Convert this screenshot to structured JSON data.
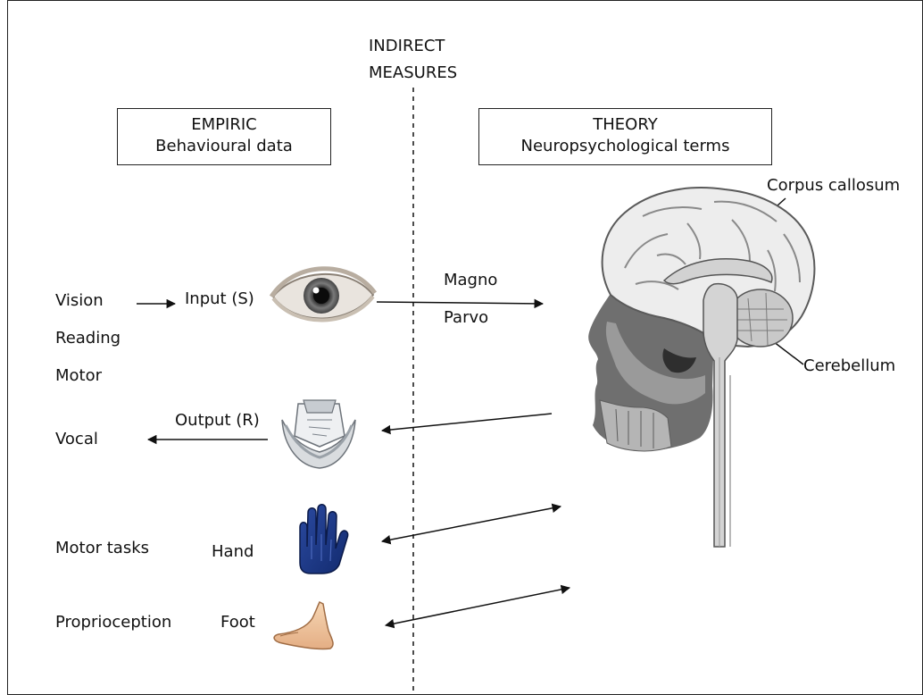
{
  "header": {
    "indirect_line1": "INDIRECT",
    "indirect_line2": "MEASURES"
  },
  "empiric_box": {
    "line1": "EMPIRIC",
    "line2": "Behavioural data"
  },
  "theory_box": {
    "line1": "THEORY",
    "line2": "Neuropsychological terms"
  },
  "left_labels": {
    "vision": "Vision",
    "reading": "Reading",
    "motor": "Motor",
    "vocal": "Vocal",
    "motor_tasks": "Motor tasks",
    "proprioception": "Proprioception"
  },
  "mid_labels": {
    "input": "Input (S)",
    "output": "Output (R)",
    "hand": "Hand",
    "foot": "Foot",
    "magno": "Magno",
    "parvo": "Parvo"
  },
  "brain_labels": {
    "corpus_callosum": "Corpus callosum",
    "cerebellum": "Cerebellum"
  },
  "icons": [
    "eye-icon",
    "larynx-icon",
    "hand-icon",
    "foot-icon",
    "head-anatomy-icon"
  ]
}
